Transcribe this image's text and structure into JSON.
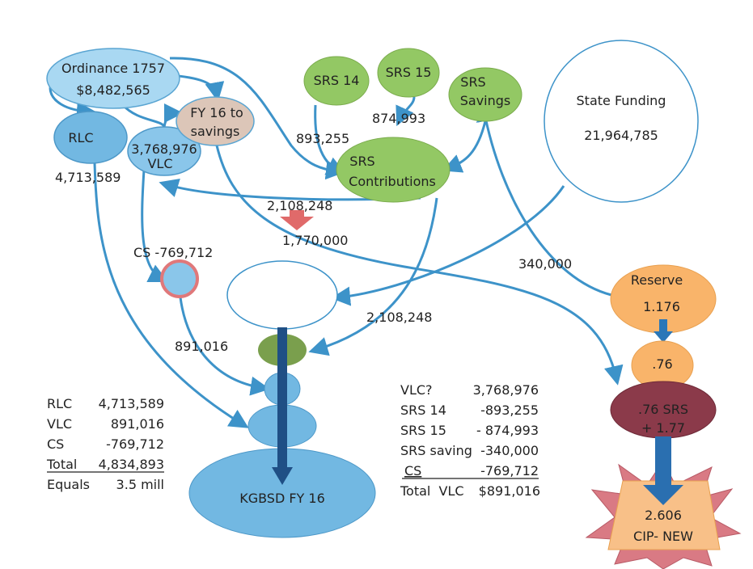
{
  "nodes": {
    "ordinance": {
      "line1": "Ordinance 1757",
      "line2": "$8,482,565"
    },
    "rlc": "RLC",
    "vlc": {
      "line1": "3,768,976",
      "line2": "VLC"
    },
    "fy16": {
      "line1": "FY 16 to",
      "line2": "savings"
    },
    "srs14": "SRS 14",
    "srs15": "SRS 15",
    "srs_savings": {
      "line1": "SRS",
      "line2": "Savings"
    },
    "srs_contrib": {
      "line1": "SRS",
      "line2": "Contributions"
    },
    "state": {
      "line1": "State Funding",
      "line2": "21,964,785"
    },
    "reserve": {
      "line1": "Reserve",
      "line2": "1.176"
    },
    "r76": ".76",
    "srs76": {
      "line1": ".76 SRS",
      "line2": "+ 1.77"
    },
    "cip": {
      "line1": "2.606",
      "line2": "CIP- NEW"
    },
    "kgbsd": "KGBSD FY 16"
  },
  "labels": {
    "rlc_amount": "4,713,589",
    "srs14_amount": "893,255",
    "srs15_amount": "874,993",
    "vlc_back": "2,108,248",
    "reduced": "1,770,000",
    "cs": "CS -769,712",
    "reserve_to_savings": "340,000",
    "contrib_to_kgbsd": "2,108,248",
    "cs_to_kgbsd": "891,016"
  },
  "left_table": {
    "rows": [
      {
        "label": "RLC",
        "value": "4,713,589"
      },
      {
        "label": "VLC",
        "value": "891,016"
      },
      {
        "label": "CS",
        "value": "-769,712"
      },
      {
        "label": "Total",
        "value": "4,834,893"
      },
      {
        "label": "Equals",
        "value": "3.5 mill"
      }
    ]
  },
  "right_table": {
    "rows": [
      {
        "label": "VLC?",
        "value": "3,768,976"
      },
      {
        "label": "SRS 14",
        "value": "-893,255"
      },
      {
        "label": "SRS 15",
        "value": "- 874,993"
      },
      {
        "label": "SRS saving",
        "value": "-340,000"
      },
      {
        "label": "CS",
        "value": "-769,712"
      },
      {
        "label": "Total  VLC",
        "value": "$891,016"
      }
    ]
  }
}
